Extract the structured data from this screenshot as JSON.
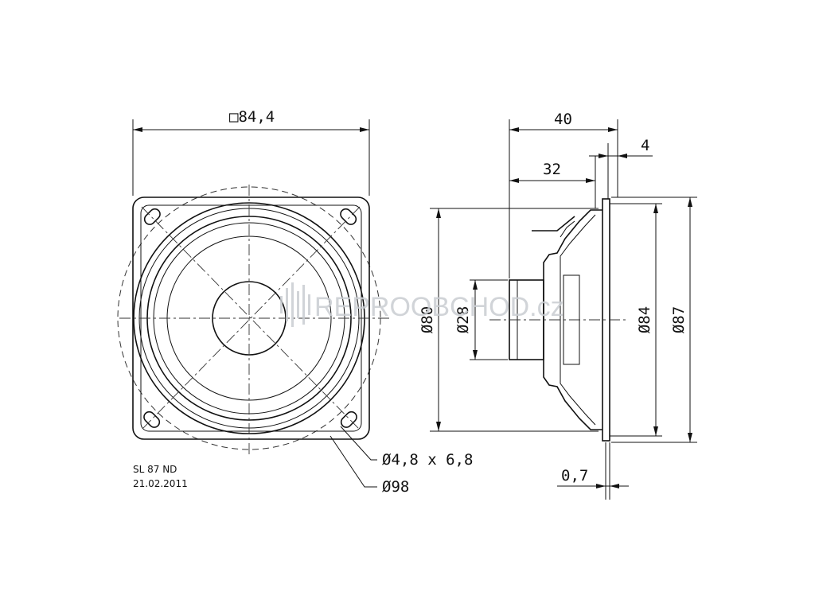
{
  "drawing": {
    "model": "SL 87 ND",
    "date": "21.02.2011",
    "front_view": {
      "frame_size_label": "□84,4",
      "mount_hole_label": "Ø4,8 x 6,8",
      "baffle_cutout_label": "Ø98"
    },
    "side_view": {
      "depth_total_label": "40",
      "depth_magnet_label": "32",
      "flange_label": "4",
      "thickness_label": "0,7",
      "dia_frame_label": "Ø80",
      "dia_magnet_label": "Ø28",
      "dia_cone_label": "Ø84",
      "dia_outer_label": "Ø87"
    },
    "watermark": "REPROOBCHOD.cz"
  },
  "colors": {
    "line": "#111111",
    "watermark": "#c9cdd2"
  }
}
